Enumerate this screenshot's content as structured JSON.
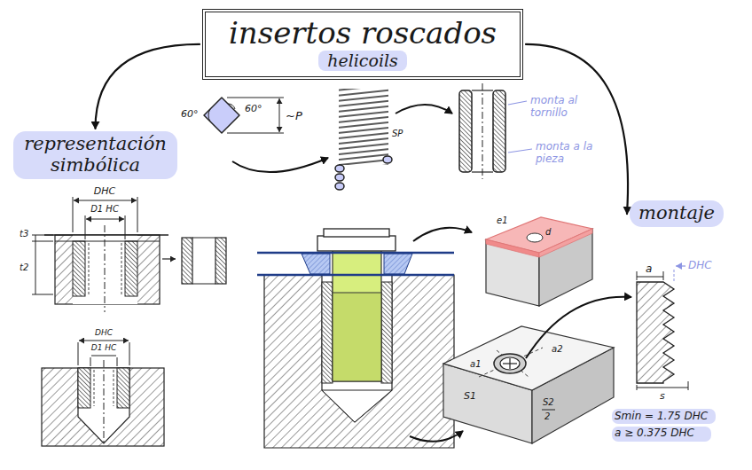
{
  "diagram": {
    "nodes": [
      {
        "text": [
          "insertos roscados",
          "helicoils"
        ]
      },
      {
        "text": [
          "representación simbólica"
        ]
      },
      {
        "text": [
          "montaje"
        ]
      }
    ],
    "edges": [
      {
        "from": 0,
        "to": 1,
        "arrow": "to"
      },
      {
        "from": 0,
        "to": 2,
        "arrow": "to"
      }
    ],
    "labels": [
      "60°",
      "60°",
      "~P",
      "SP",
      "monta al tornillo",
      "monta a la pieza",
      "DHC",
      "D1 HC",
      "t3",
      "t2",
      "DHC",
      "D1 HC",
      "e1",
      "d",
      "a1",
      "a2",
      "S1",
      "S2",
      "2",
      "a",
      "DHC",
      "s",
      "Smin = 1.75 DHC",
      "a ≥ 0.375 DHC"
    ]
  }
}
